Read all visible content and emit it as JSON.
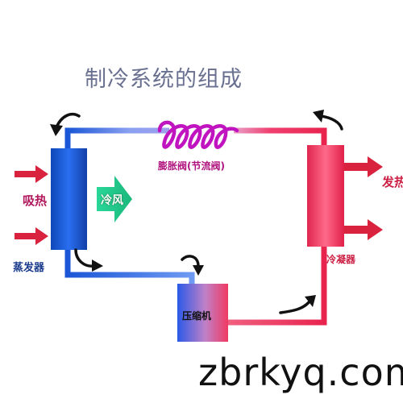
{
  "title": "制冷系统的组成",
  "components": {
    "expansion_valve": "膨胀阀(节流阀)",
    "evaporator": "蒸发器",
    "condenser": "冷凝器",
    "compressor": "压缩机"
  },
  "flows": {
    "absorb_heat": "吸热",
    "emit_heat": "发热",
    "cold_wind": "冷风"
  },
  "watermark": "zbrkyq.com",
  "colors": {
    "cold": "#1e5fd6",
    "hot": "#e8244e",
    "valve_coil": "#c014c0",
    "wind_arrow": "#2fd99a",
    "heat_arrow": "#d8223e",
    "title": "#6a7090"
  }
}
